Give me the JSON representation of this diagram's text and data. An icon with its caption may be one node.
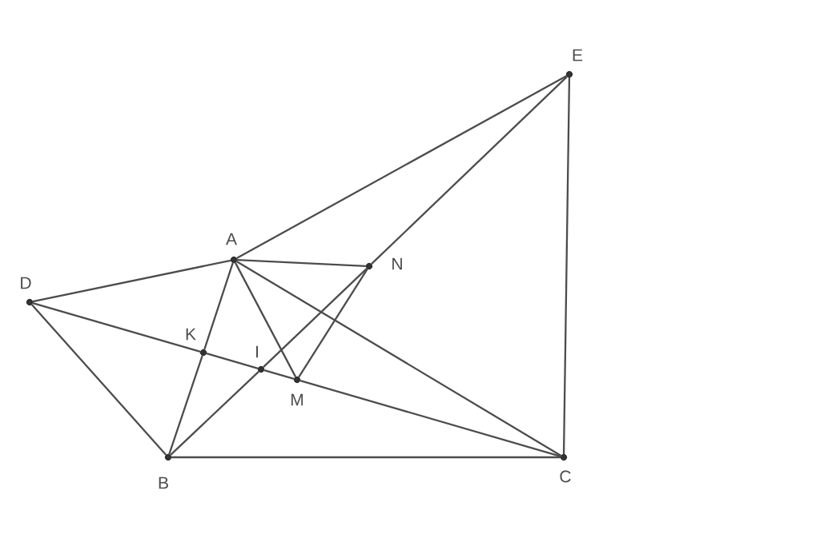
{
  "diagram": {
    "nodes": [
      {
        "text": [
          "E"
        ]
      },
      {
        "text": [
          "A"
        ]
      },
      {
        "text": [
          "N"
        ]
      },
      {
        "text": [
          "D"
        ]
      },
      {
        "text": [
          "K"
        ]
      },
      {
        "text": [
          "I"
        ]
      },
      {
        "text": [
          "M"
        ]
      },
      {
        "text": [
          "B"
        ]
      },
      {
        "text": [
          "C"
        ]
      }
    ],
    "edges": [
      {
        "from": 7,
        "to": 5,
        "arrow": "none"
      },
      {
        "from": 5,
        "to": 2,
        "arrow": "none"
      },
      {
        "from": 2,
        "to": 0,
        "arrow": "none"
      },
      {
        "from": 1,
        "to": 0,
        "arrow": "none"
      },
      {
        "from": 0,
        "to": 8,
        "arrow": "none"
      },
      {
        "from": 1,
        "to": 2,
        "arrow": "none"
      },
      {
        "from": 3,
        "to": 1,
        "arrow": "none"
      },
      {
        "from": 3,
        "to": 7,
        "arrow": "none"
      },
      {
        "from": 3,
        "to": 4,
        "arrow": "none"
      },
      {
        "from": 4,
        "to": 5,
        "arrow": "none"
      },
      {
        "from": 5,
        "to": 6,
        "arrow": "none"
      },
      {
        "from": 6,
        "to": 8,
        "arrow": "none"
      },
      {
        "from": 1,
        "to": 4,
        "arrow": "none"
      },
      {
        "from": 4,
        "to": 7,
        "arrow": "none"
      },
      {
        "from": 1,
        "to": 6,
        "arrow": "none"
      },
      {
        "from": 1,
        "to": 8,
        "arrow": "none"
      },
      {
        "from": 6,
        "to": 2,
        "arrow": "none"
      },
      {
        "from": 7,
        "to": 8,
        "arrow": "none"
      }
    ]
  }
}
